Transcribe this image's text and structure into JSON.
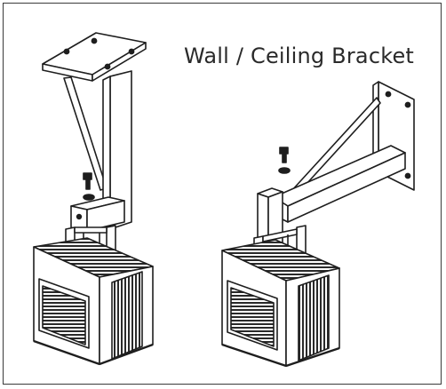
{
  "diagram": {
    "title": "Wall / Ceiling Bracket",
    "stroke_color": "#1e1e1e",
    "fill_color": "#ffffff",
    "grille_color": "#2a2a2a",
    "figures": [
      {
        "name": "ceiling-mount-heater"
      },
      {
        "name": "wall-mount-heater"
      }
    ]
  }
}
